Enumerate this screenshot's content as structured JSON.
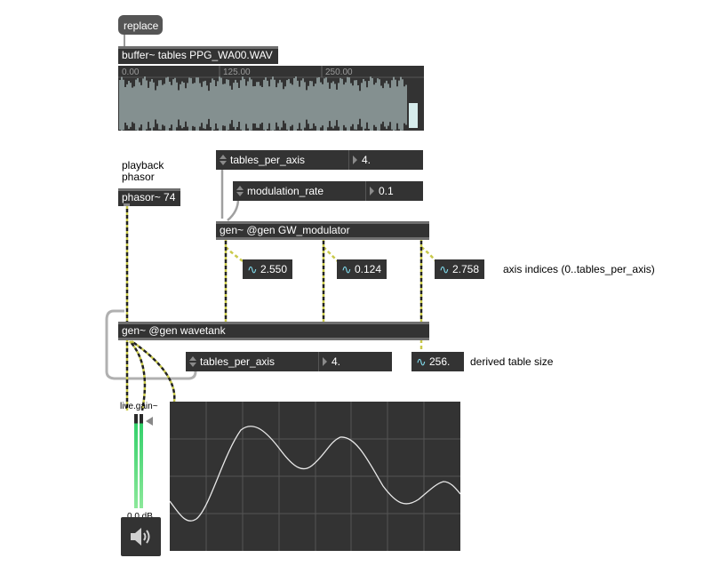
{
  "message": {
    "replace": "replace"
  },
  "buffer": {
    "label": "buffer~ tables PPG_WA00.WAV",
    "ticks": [
      "0.00",
      "125.00",
      "250.00"
    ]
  },
  "comments": {
    "playback": "playback",
    "phasor": "phasor",
    "axis_indices": "axis indices (0..tables_per_axis)",
    "derived_table_size": "derived table size"
  },
  "objects": {
    "phasor": "phasor~ 74",
    "gen_modulator": "gen~ @gen GW_modulator",
    "gen_wavetank": "gen~ @gen wavetank"
  },
  "attrui": {
    "top": {
      "name": "tables_per_axis",
      "value": "4."
    },
    "modulation": {
      "name": "modulation_rate",
      "value": "0.1"
    },
    "bottom": {
      "name": "tables_per_axis",
      "value": "4."
    }
  },
  "number_tilde": {
    "axis1": "2.550",
    "axis2": "0.124",
    "axis3": "2.758",
    "table_size": "256."
  },
  "gain": {
    "label": "live.gain~",
    "value": "0.0 dB"
  },
  "colors": {
    "accent": "#7fd7e8",
    "patchcord": "#b8b84a",
    "meter_green": "#33d06a",
    "box": "#333333"
  },
  "icons": {
    "speaker": "speaker-icon"
  }
}
